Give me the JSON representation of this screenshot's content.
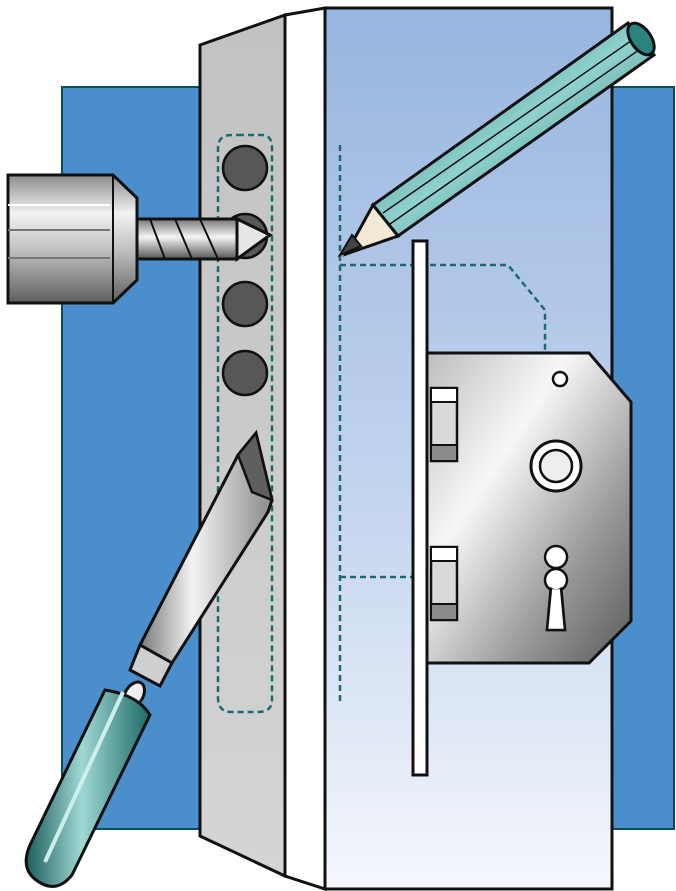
{
  "illustration": {
    "subject": "mortise-lock-installation",
    "parts": [
      "drill-chuck",
      "drill-bit",
      "drilled-holes",
      "chisel",
      "pencil",
      "door-edge",
      "door-face",
      "mortise-lock-body",
      "lock-faceplate",
      "keyhole",
      "spindle-hole"
    ],
    "colors": {
      "background_panel": "#4a8fcc",
      "door_face_top": "#9ab7e0",
      "door_face_bottom": "#f4f6fb",
      "door_edge": "#c9c9c9",
      "outline": "#111111",
      "guide_dash": "#1d6a6e",
      "hole": "#575757",
      "pencil_body": "#2f8f8c",
      "chisel_handle": "#3f9a98",
      "metal_light": "#f4f4f4",
      "metal_dark": "#6a6a6a"
    }
  }
}
